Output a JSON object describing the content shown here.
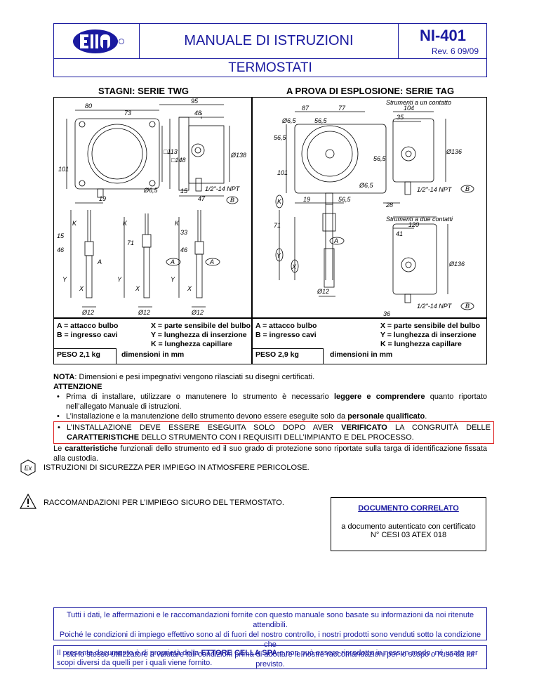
{
  "header": {
    "title": "MANUALE DI ISTRUZIONI",
    "doc_code": "NI-401",
    "revision": "Rev. 6  09/09",
    "subtitle": "TERMOSTATI"
  },
  "left": {
    "section_title": "STAGNI: SERIE TWG",
    "dims": [
      "95",
      "80",
      "73",
      "48",
      "□113",
      "□148",
      "Ø138",
      "101",
      "15",
      "Ø6,5",
      "19",
      "47",
      "1/2\"-14 NPT",
      "B",
      "K",
      "K",
      "K",
      "46",
      "15",
      "71",
      "33",
      "46",
      "A",
      "A",
      "A",
      "Y",
      "Y",
      "Y",
      "X",
      "X",
      "X",
      "Ø12",
      "Ø12",
      "Ø12"
    ],
    "legend_a": "A = attacco bulbo",
    "legend_b": "B = ingresso cavi",
    "legend_x": "X = parte sensibile del bulbo",
    "legend_y": "Y = lunghezza di inserzione",
    "legend_k": "K = lunghezza capillare",
    "weight": "PESO 2,1  kg",
    "units": "dimensioni in mm"
  },
  "right": {
    "section_title": "A PROVA DI ESPLOSIONE: SERIE TAG",
    "note_one": "Strumenti a un contatto",
    "note_two": "Strumenti a due contatti",
    "dims": [
      "87",
      "77",
      "104",
      "Ø6,5",
      "56,5",
      "35",
      "56,5",
      "Ø136",
      "101",
      "56,5",
      "Ø6,5",
      "1/2\"-14 NPT",
      "B",
      "K",
      "19",
      "56,5",
      "28",
      "71",
      "120",
      "41",
      "A",
      "Y",
      "X",
      "Ø12",
      "Ø136",
      "1/2\"-14 NPT",
      "B",
      "36"
    ],
    "legend_a": "A = attacco bulbo",
    "legend_b": "B = ingresso cavi",
    "legend_x": "X = parte sensibile del bulbo",
    "legend_y": "Y = lunghezza di inserzione",
    "legend_k": "K = lunghezza capillare",
    "weight": "PESO 2,9 kg",
    "units": "dimensioni in mm"
  },
  "notes": {
    "nota_label": "NOTA",
    "nota_text": ": Dimensioni e pesi impegnativi vengono rilasciati su disegni certificati.",
    "attenzione": "ATTENZIONE",
    "b1_pre": "Prima di installare, utilizzare o manutenere lo strumento è necessario ",
    "b1_bold": "leggere e comprendere",
    "b1_post": " quanto riportato nell’allegato Manuale di istruzioni.",
    "b2_pre": "L’installazione e la manutenzione dello strumento devono essere eseguite solo da ",
    "b2_bold": "personale qualificato",
    "b2_post": ".",
    "b3_pre": "L’INSTALLAZIONE DEVE ESSERE ESEGUITA SOLO DOPO AVER ",
    "b3_bold1": "VERIFICATO",
    "b3_mid": " LA CONGRUITÀ DELLE ",
    "b3_bold2": "CARATTERISTICHE",
    "b3_post": " DELLO STRUMENTO CON I REQUISITI DELL’IMPIANTO E DEL PROCESSO.",
    "final_pre": "Le ",
    "final_bold": "caratteristiche",
    "final_post": " funzionali dello strumento ed il suo grado di protezione sono riportate sulla targa di identificazione fissata alla custodia."
  },
  "safety": {
    "ex_text": "ISTRUZIONI DI SICUREZZA PER IMPIEGO IN ATMOSFERE PERICOLOSE.",
    "warn_text": "RACCOMANDAZIONI PER L’IMPIEGO SICURO DEL TERMOSTATO.",
    "ex_symbol": "Ex"
  },
  "related": {
    "title": "DOCUMENTO CORRELATO",
    "line1": "a documento autenticato con certificato",
    "line2": "N° CESI 03 ATEX 018"
  },
  "disclaimer": {
    "l1": "Tutti i dati, le affermazioni e le raccomandazioni fornite con questo manuale sono basate su informazioni da noi ritenute attendibili.",
    "l2": "Poiché le condizioni di impiego effettivo sono al di fuori del nostro controllo, i nostri prodotti sono venduti sotto la condizione che",
    "l3": "sia lo stesso utilizzatore a valutare tali condizioni prima di adottare le nostre raccomandazioni per lo scopo o l’uso da lui previsto."
  },
  "property": {
    "pre": "Il presente documento è di proprietà della ",
    "company": "ETTORE CELLA SPA",
    "post": " e non può essere riprodotto in nessun modo, né usato per scopi diversi da quelli per i quali viene fornito."
  },
  "colors": {
    "brand_blue": "#1a1aa0",
    "highlight_red": "#d22222"
  }
}
